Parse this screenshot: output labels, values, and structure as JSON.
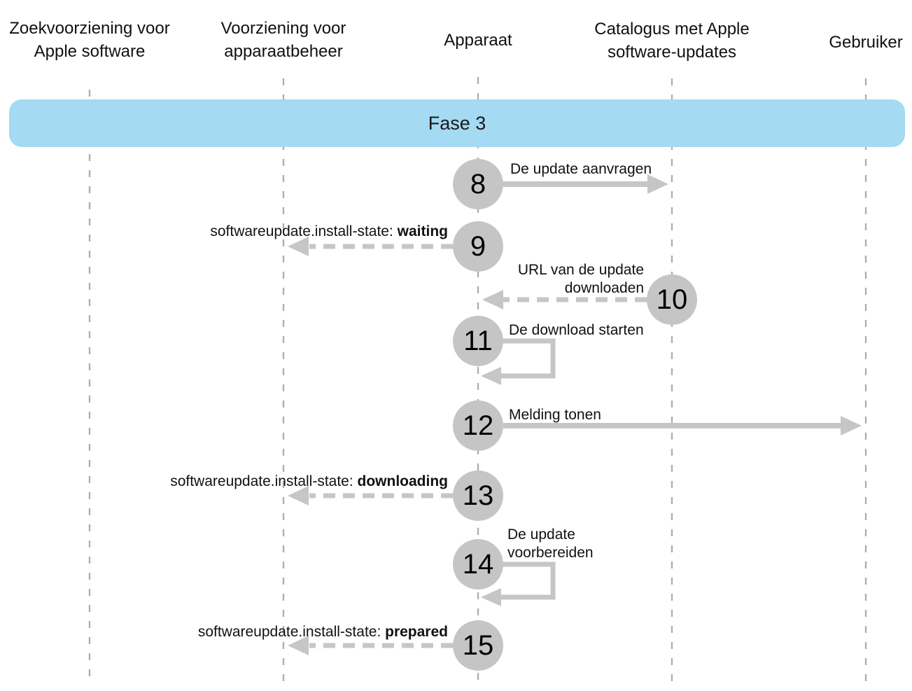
{
  "lifelines": [
    {
      "id": "search-service",
      "label": "Zoekvoorziening voor Apple software"
    },
    {
      "id": "mdm-service",
      "label": "Voorziening voor apparaatbeheer"
    },
    {
      "id": "device",
      "label": "Apparaat"
    },
    {
      "id": "catalog",
      "label": "Catalogus met Apple software-updates"
    },
    {
      "id": "user",
      "label": "Gebruiker"
    }
  ],
  "banner": {
    "label": "Fase 3"
  },
  "steps": [
    {
      "number": "8",
      "label": "De update aanvragen",
      "arrow": "solid-right",
      "from": "device",
      "to": "catalog"
    },
    {
      "number": "9",
      "label_prefix": "softwareupdate.install-state: ",
      "label_bold": "waiting",
      "arrow": "dashed-left",
      "from": "device",
      "to": "mdm-service"
    },
    {
      "number": "10",
      "label_lines": [
        "URL van de update",
        "downloaden"
      ],
      "arrow": "dashed-left",
      "from": "catalog",
      "to": "device"
    },
    {
      "number": "11",
      "label": "De download starten",
      "arrow": "self-loop",
      "on": "device"
    },
    {
      "number": "12",
      "label": "Melding tonen",
      "arrow": "solid-right",
      "from": "device",
      "to": "user"
    },
    {
      "number": "13",
      "label_prefix": "softwareupdate.install-state: ",
      "label_bold": "downloading",
      "arrow": "dashed-left",
      "from": "device",
      "to": "mdm-service"
    },
    {
      "number": "14",
      "label_lines": [
        "De update",
        "voorbereiden"
      ],
      "arrow": "self-loop",
      "on": "device"
    },
    {
      "number": "15",
      "label_prefix": "softwareupdate.install-state: ",
      "label_bold": "prepared",
      "arrow": "dashed-left",
      "from": "device",
      "to": "mdm-service"
    }
  ],
  "colors": {
    "banner_blue": "#A4DAF2",
    "circle_gray": "#C5C5C5",
    "arrow_gray": "#C6C6C6",
    "lifeline_gray": "#ADADAD",
    "text": "#111111"
  }
}
